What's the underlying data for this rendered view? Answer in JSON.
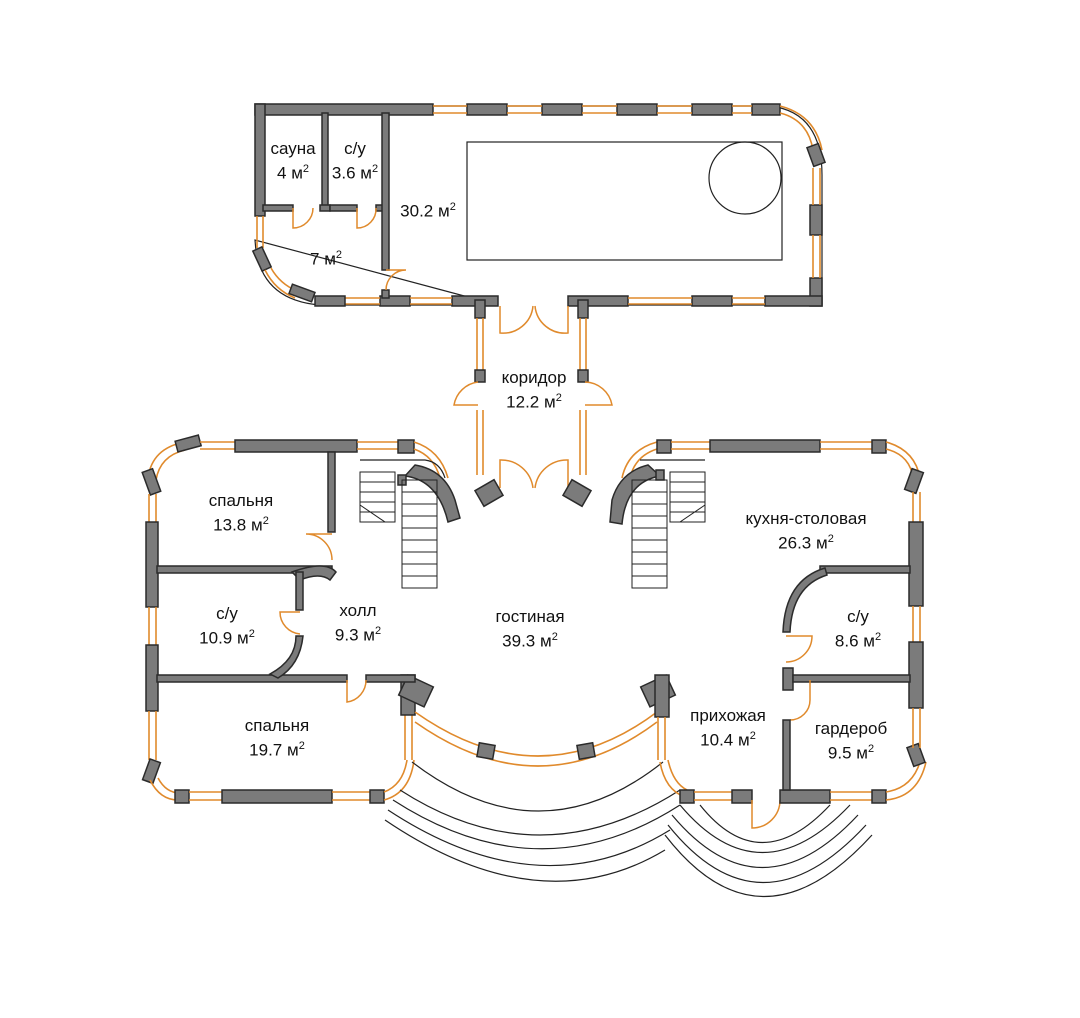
{
  "unit": "м",
  "unit_power": "2",
  "rooms": [
    {
      "name": "сауна",
      "area": "4"
    },
    {
      "name": "с/у",
      "area": "3.6"
    },
    {
      "name": "",
      "area": "30.2"
    },
    {
      "name": "",
      "area": "7"
    },
    {
      "name": "коридор",
      "area": "12.2"
    },
    {
      "name": "спальня",
      "area": "13.8"
    },
    {
      "name": "кухня-столовая",
      "area": "26.3"
    },
    {
      "name": "с/у",
      "area": "10.9"
    },
    {
      "name": "холл",
      "area": "9.3"
    },
    {
      "name": "гостиная",
      "area": "39.3"
    },
    {
      "name": "с/у",
      "area": "8.6"
    },
    {
      "name": "спальня",
      "area": "19.7"
    },
    {
      "name": "прихожая",
      "area": "10.4"
    },
    {
      "name": "гардероб",
      "area": "9.5"
    }
  ],
  "colors": {
    "wall": "#7b7b7b",
    "window": "#e08a2c",
    "door": "#e08a2c",
    "line": "#222222"
  }
}
